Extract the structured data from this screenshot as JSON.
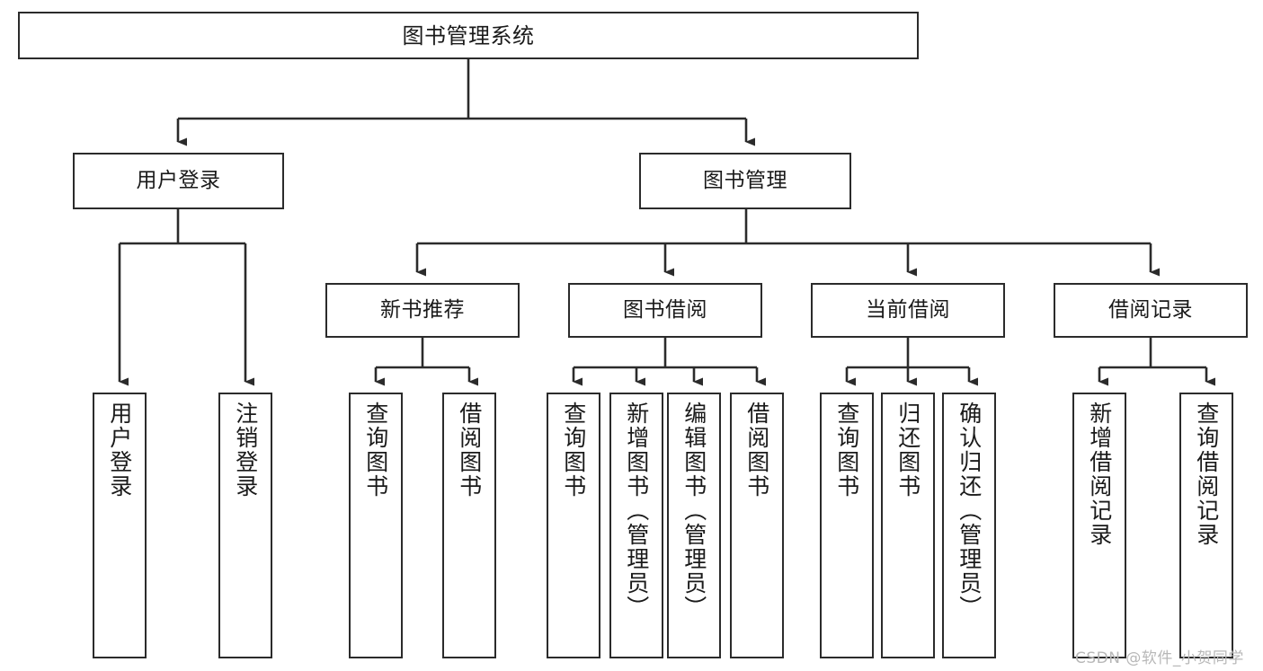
{
  "diagram": {
    "title": "图书管理系统",
    "type": "tree-hierarchy-chart",
    "orientation": "top-down",
    "colors": {
      "node_border": "#2b2b2b",
      "node_fill": "#ffffff",
      "edge": "#2b2b2b",
      "text": "#1a1a1a",
      "watermark": "#b8b8b8",
      "background": "#ffffff"
    }
  },
  "nodes": {
    "root": {
      "label": "图书管理系统"
    },
    "level2": [
      {
        "label": "用户登录"
      },
      {
        "label": "图书管理"
      }
    ],
    "level3": [
      {
        "label": "新书推荐"
      },
      {
        "label": "图书借阅"
      },
      {
        "label": "当前借阅"
      },
      {
        "label": "借阅记录"
      }
    ],
    "leaves_user_login": [
      {
        "label": "用户登录"
      },
      {
        "label": "注销登录"
      }
    ],
    "leaves_new_book": [
      {
        "label": "查询图书"
      },
      {
        "label": "借阅图书"
      }
    ],
    "leaves_borrow": [
      {
        "label": "查询图书"
      },
      {
        "label": "新增图书（管理员）"
      },
      {
        "label": "编辑图书（管理员）"
      },
      {
        "label": "借阅图书"
      }
    ],
    "leaves_current": [
      {
        "label": "查询图书"
      },
      {
        "label": "归还图书"
      },
      {
        "label": "确认归还（管理员）"
      }
    ],
    "leaves_records": [
      {
        "label": "新增借阅记录"
      },
      {
        "label": "查询借阅记录"
      }
    ]
  },
  "watermark": {
    "text": "CSDN @软件_小贺同学"
  }
}
